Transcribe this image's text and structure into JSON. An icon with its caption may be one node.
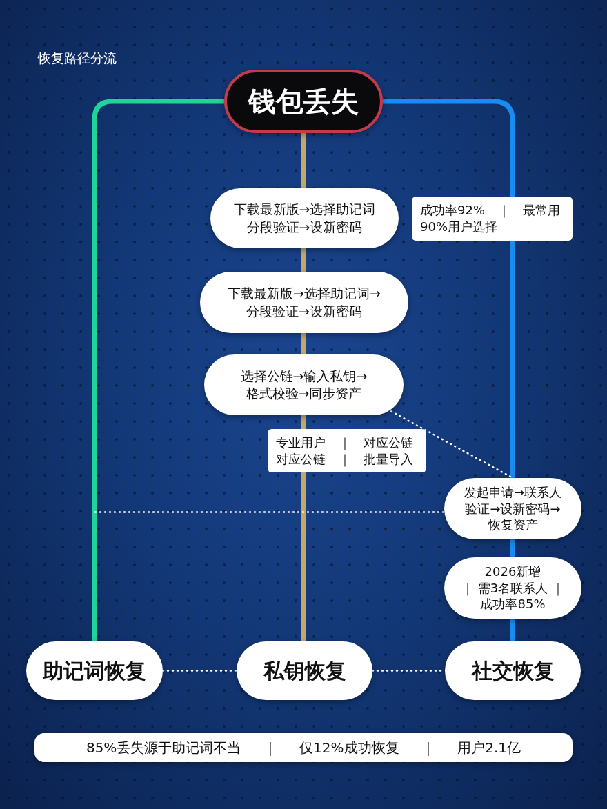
{
  "diagram": {
    "title": "恢复路径分流",
    "nodes": [
      {
        "text": [
          "钱包丢失"
        ]
      },
      {
        "text": [
          "下载最新版→选择助记词分段验证→设新密码"
        ]
      },
      {
        "text": [
          "成功率92% ｜ 最常用90%用户选择"
        ]
      },
      {
        "text": [
          "下载最新版→选择助记词→分段验证→设新密码"
        ]
      },
      {
        "text": [
          "选择公链→输入私钥→格式校验→同步资产"
        ]
      },
      {
        "text": [
          "专业用户 ｜ 对应公链对应公链 ｜ 批量导入"
        ]
      },
      {
        "text": [
          "发起申请→联系人验证→设新密码→恢复资产"
        ]
      },
      {
        "text": [
          "2026新增",
          "｜ 需3名联系人 ｜",
          "成功率85%"
        ]
      },
      {
        "text": [
          "助记词恢复"
        ]
      },
      {
        "text": [
          "私钥恢复"
        ]
      },
      {
        "text": [
          "社交恢复"
        ]
      },
      {
        "text": [
          "85%丢失源于助记词不当 ｜ 仅12%成功恢复 ｜ 用户2.1亿"
        ]
      }
    ],
    "edges": [
      {
        "from": 0,
        "to": 8,
        "arrow": "other",
        "color": "#1fd39a"
      },
      {
        "from": 0,
        "to": 2,
        "arrow": "none",
        "color": "#1a8cf0"
      },
      {
        "from": 2,
        "to": 6,
        "arrow": "other",
        "color": "#1a8cf0"
      },
      {
        "from": 6,
        "to": 7,
        "arrow": "none",
        "color": "#1a8cf0"
      },
      {
        "from": 7,
        "to": 10,
        "arrow": "other",
        "color": "#1a8cf0"
      },
      {
        "from": 0,
        "to": 1,
        "arrow": "other",
        "color": "#c4a76b"
      },
      {
        "from": 1,
        "to": 3,
        "arrow": "none",
        "color": "#c4a76b"
      },
      {
        "from": 3,
        "to": 4,
        "arrow": "none",
        "color": "#c4a76b"
      },
      {
        "from": 4,
        "to": 5,
        "arrow": "none",
        "color": "#c4a76b"
      },
      {
        "from": 5,
        "to": 9,
        "arrow": "other",
        "color": "#c4a76b"
      },
      {
        "from": 4,
        "to": 6,
        "arrow": "none",
        "style": "dashed",
        "color": "#ffffff"
      },
      {
        "from": null,
        "to": 6,
        "arrow": "none",
        "style": "dashed",
        "color": "#ffffff"
      },
      {
        "from": 8,
        "to": 9,
        "arrow": "none",
        "style": "dashed",
        "color": "#ffffff"
      },
      {
        "from": 9,
        "to": 10,
        "arrow": "none",
        "style": "dashed",
        "color": "#ffffff"
      }
    ]
  }
}
